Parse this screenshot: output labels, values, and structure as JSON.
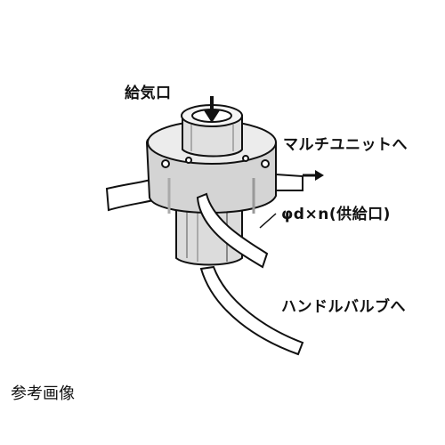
{
  "labels": {
    "supply_port": "給気口",
    "to_multi_unit": "マルチユニットへ",
    "outlet": "φd×n(供給口)",
    "to_handle_valve": "ハンドルバルブへ"
  },
  "caption": "参考画像",
  "colors": {
    "ink": "#111111",
    "shade": "#c8c8c8",
    "background": "#ffffff"
  }
}
